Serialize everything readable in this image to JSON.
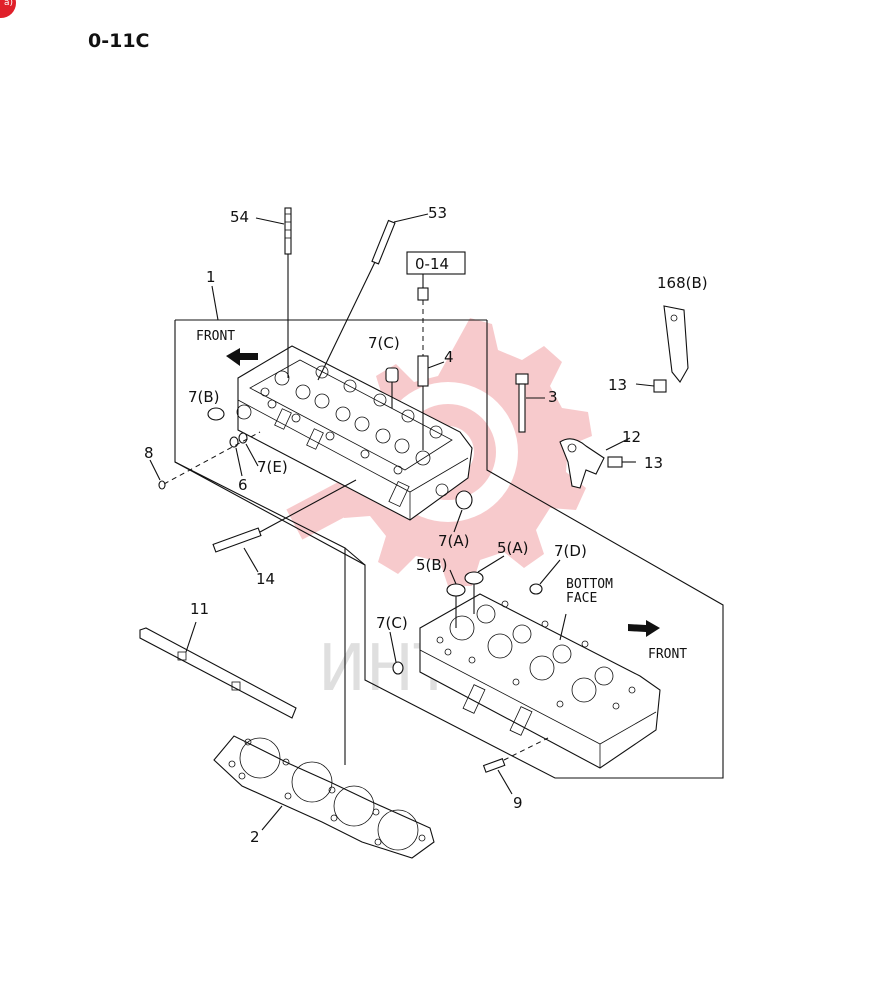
{
  "badge": "a)",
  "page_code": "0-11C",
  "reference_box": "0-14",
  "watermark": {
    "text": "ИНТЕЗ",
    "color": "#f2a0a4"
  },
  "directions": {
    "front_top": "FRONT",
    "front_bottom": "FRONT",
    "bottom_face_line1": "BOTTOM",
    "bottom_face_line2": "FACE"
  },
  "callouts": {
    "c1": "1",
    "c2": "2",
    "c3": "3",
    "c4": "4",
    "c5a": "5(A)",
    "c5b": "5(B)",
    "c6": "6",
    "c7a": "7(A)",
    "c7b": "7(B)",
    "c7c_top": "7(C)",
    "c7c_bottom": "7(C)",
    "c7d": "7(D)",
    "c7e": "7(E)",
    "c8": "8",
    "c9": "9",
    "c11": "11",
    "c12": "12",
    "c13_top": "13",
    "c13_right": "13",
    "c14": "14",
    "c53": "53",
    "c54": "54",
    "c168b": "168(B)"
  }
}
